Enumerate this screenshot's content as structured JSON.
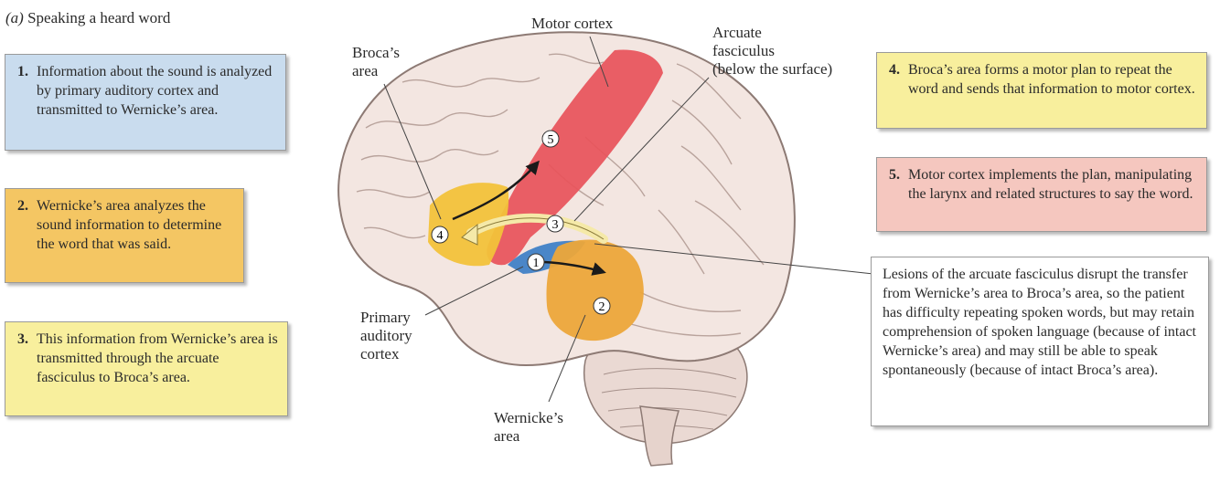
{
  "figure_label": {
    "letter": "(a)",
    "title": "Speaking a heard word"
  },
  "steps": [
    {
      "num": "1.",
      "text": "Information about the sound is analyzed by primary auditory cortex and transmitted to Wernicke’s area."
    },
    {
      "num": "2.",
      "text": "Wernicke’s area analyzes the sound information to determine the word that was said."
    },
    {
      "num": "3.",
      "text": "This information from Wernicke’s area is transmitted through the arcuate fasciculus to Broca’s area."
    },
    {
      "num": "4.",
      "text": "Broca’s area forms a motor plan to repeat the word and sends that information to motor cortex."
    },
    {
      "num": "5.",
      "text": "Motor cortex implements the plan, manipulating the larynx and related structures to say the word."
    }
  ],
  "lesion_note": "Lesions of the arcuate fasciculus disrupt the transfer from Wernicke’s area to Broca’s area, so the patient has difficulty repeating spoken words, but may retain comprehension of spoken language (because of intact Wernicke’s area) and may still be able to speak spontaneously (because of intact Broca’s area).",
  "labels": {
    "motor_cortex": "Motor cortex",
    "broca_l1": "Broca’s",
    "broca_l2": "area",
    "arcuate_l1": "Arcuate",
    "arcuate_l2": "fasciculus",
    "arcuate_l3": "(below the surface)",
    "primary_l1": "Primary",
    "primary_l2": "auditory",
    "primary_l3": "cortex",
    "wernicke_l1": "Wernicke’s",
    "wernicke_l2": "area"
  },
  "markers": [
    "1",
    "2",
    "3",
    "4",
    "5"
  ],
  "colors": {
    "box_blue": "#c9dcee",
    "box_orange": "#f4c663",
    "box_yellow": "#f8ef9d",
    "box_pink": "#f5c7bf",
    "motor_cortex": "#e8525a",
    "broca_region": "#f2c23a",
    "wernicke_region": "#eca73a",
    "auditory_region": "#4a86c8",
    "brain": "#f3e6e1"
  }
}
